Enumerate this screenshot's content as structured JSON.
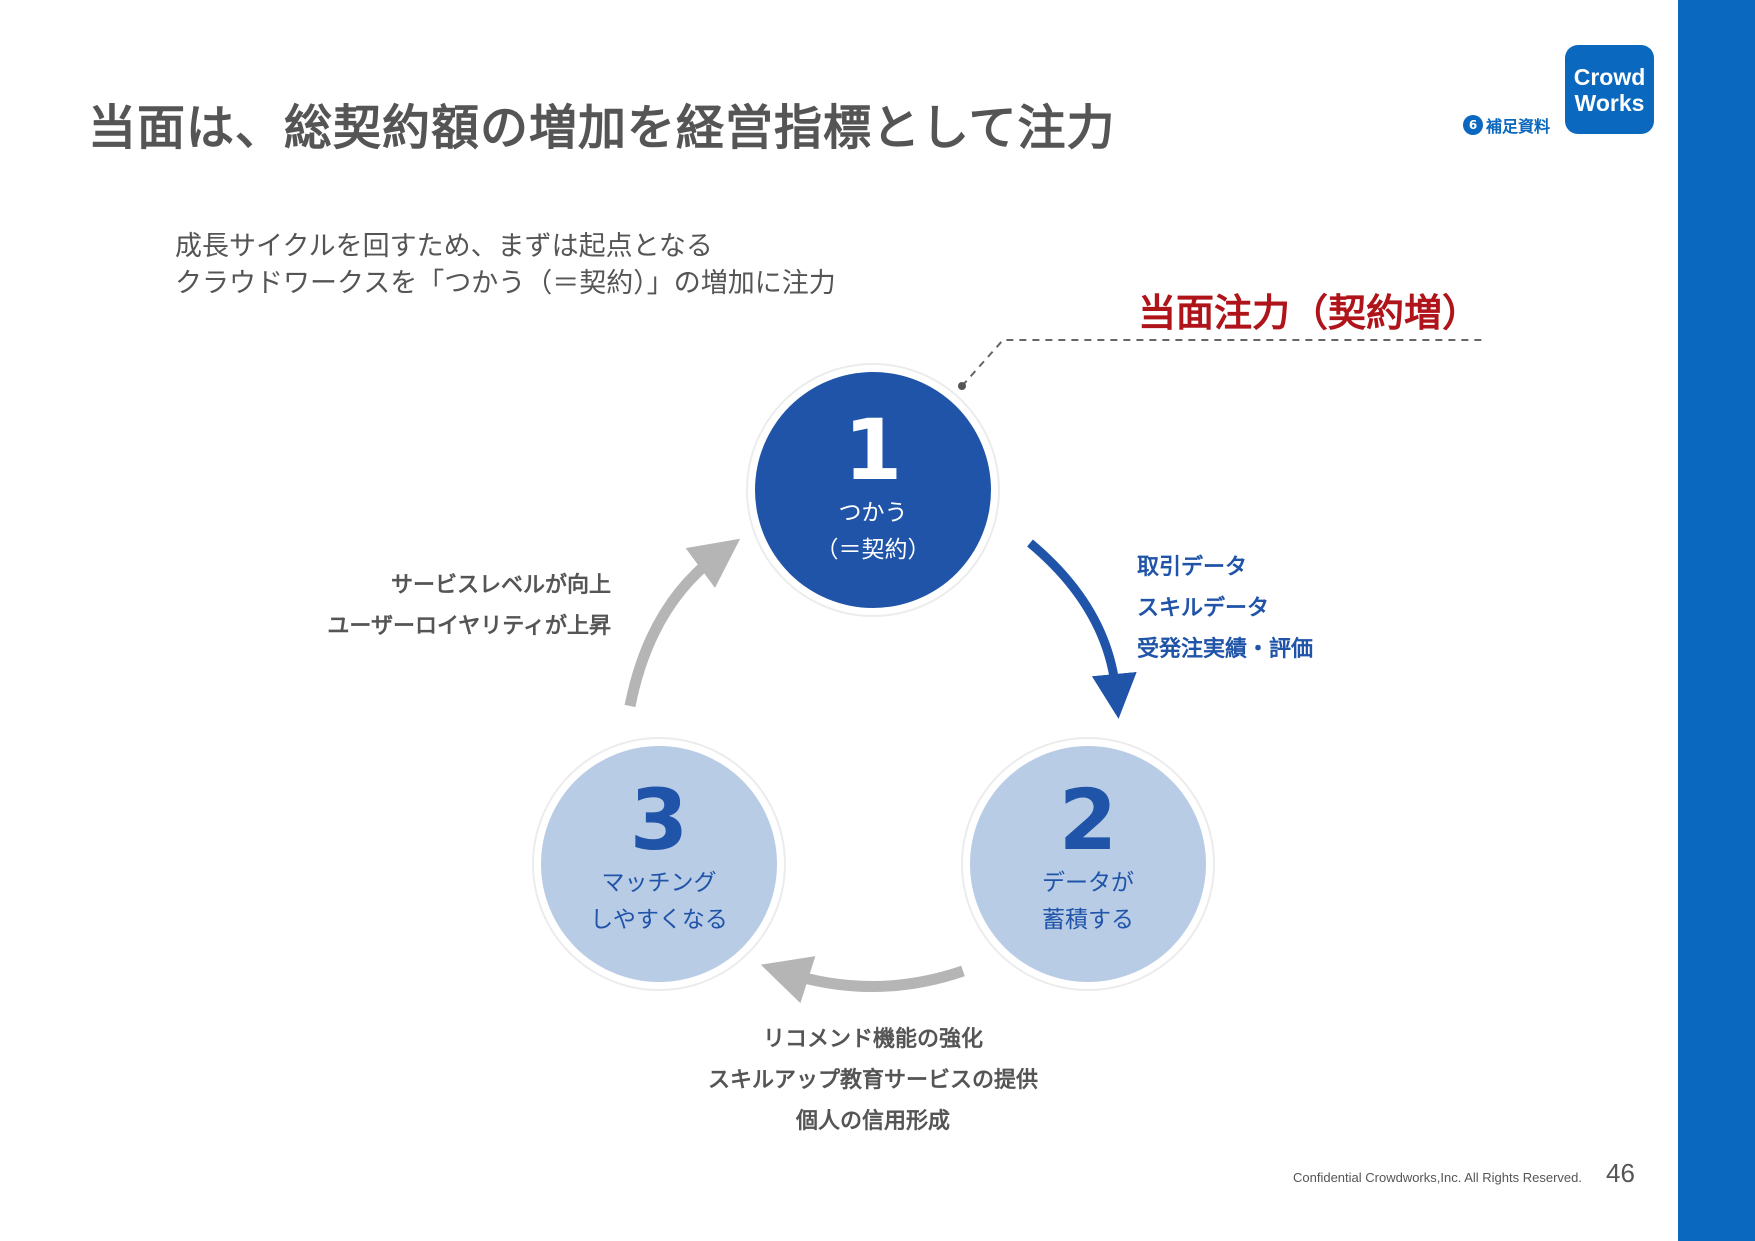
{
  "header": {
    "title": "当面は、総契約額の増加を経営指標として注力",
    "section_number": "6",
    "section_label": "補足資料"
  },
  "logo": {
    "line1": "Crowd",
    "line2": "Works"
  },
  "intro": {
    "line1": "成長サイクルを回すため、まずは起点となる",
    "line2": "クラウドワークスを「つかう（＝契約）」の増加に注力"
  },
  "focus": {
    "label": "当面注力（契約増）"
  },
  "cycle": {
    "step1": {
      "number": "1",
      "line1": "つかう",
      "line2": "（＝契約）"
    },
    "step2": {
      "number": "2",
      "line1": "データが",
      "line2": "蓄積する"
    },
    "step3": {
      "number": "3",
      "line1": "マッチング",
      "line2": "しやすくなる"
    },
    "flow_1_to_2": [
      "取引データ",
      "スキルデータ",
      "受発注実績・評価"
    ],
    "flow_2_to_3": [
      "リコメンド機能の強化",
      "スキルアップ教育サービスの提供",
      "個人の信用形成"
    ],
    "flow_3_to_1": [
      "サービスレベルが向上",
      "ユーザーロイヤリティが上昇"
    ]
  },
  "colors": {
    "brand_blue": "#0b68bf",
    "step1_fill": "#1f54a8",
    "step_fill_light": "#b9cce6",
    "accent_red": "#b0141b",
    "gray_arrow": "#b5b5b5",
    "text_gray": "#555555"
  },
  "footer": {
    "copyright": "Confidential Crowdworks,Inc. All Rights Reserved.",
    "page_number": "46"
  }
}
